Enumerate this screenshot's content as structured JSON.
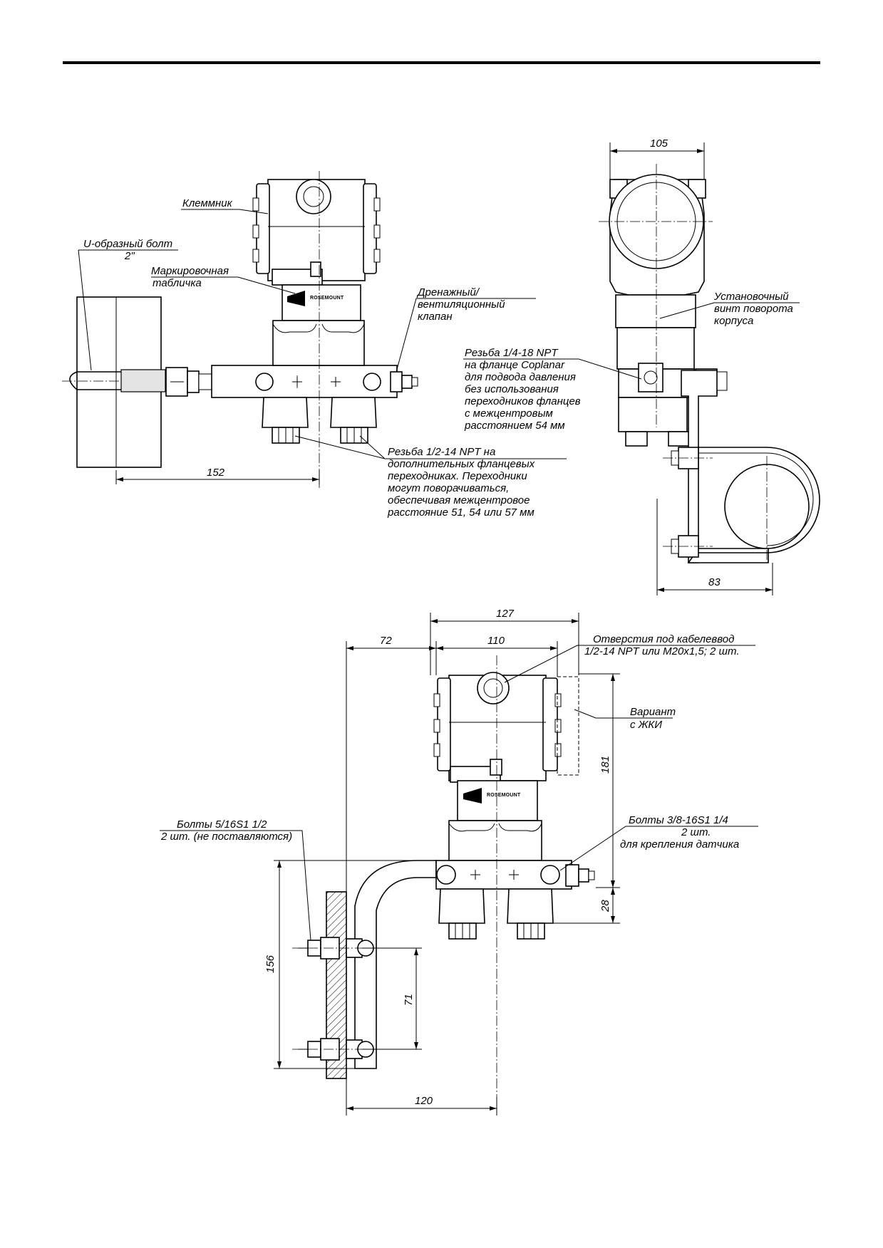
{
  "callouts": {
    "terminal_block": "Клеммник",
    "u_bolt_line1": "U-образный болт",
    "u_bolt_line2": "2\"",
    "nameplate_line1": "Маркировочная",
    "nameplate_line2": "табличка",
    "drain_line1": "Дренажный/",
    "drain_line2": "вентиляционный",
    "drain_line3": "клапан",
    "rotation_screw_line1": "Установочный",
    "rotation_screw_line2": "винт поворота",
    "rotation_screw_line3": "корпуса",
    "coplanar_line1": "Резьба 1/4-18 NPT",
    "coplanar_line2": "на фланце Coplanar",
    "coplanar_line3": "для подвода давления",
    "coplanar_line4": "без использования",
    "coplanar_line5": "переходников фланцев",
    "coplanar_line6": "с межцентровым",
    "coplanar_line7": "расстоянием 54 мм",
    "adapter_line1": "Резьба 1/2-14 NPT на",
    "adapter_line2": "дополнительных фланцевых",
    "adapter_line3": "переходниках. Переходники",
    "adapter_line4": "могут поворачиваться,",
    "adapter_line5": "обеспечивая межцентровое",
    "adapter_line6": "расстояние 51, 54 или 57 мм",
    "conduit_line1": "Отверстия под кабелеввод",
    "conduit_line2": "1/2-14 NPT или M20x1,5; 2 шт.",
    "lcd_line1": "Вариант",
    "lcd_line2": "с ЖКИ",
    "bolts_516_line1": "Болты 5/16S1 1/2",
    "bolts_516_line2": "2 шт. (не поставляются)",
    "bolts_38_line1": "Болты 3/8-16S1 1/4",
    "bolts_38_line2": "2 шт.",
    "bolts_38_line3": "для крепления датчика"
  },
  "dimensions": {
    "d152": "152",
    "d105": "105",
    "d83": "83",
    "d127": "127",
    "d72": "72",
    "d110": "110",
    "d181": "181",
    "d28": "28",
    "d156": "156",
    "d71": "71",
    "d120": "120"
  },
  "logo": {
    "brand_text": "ROSEMOUNT"
  }
}
